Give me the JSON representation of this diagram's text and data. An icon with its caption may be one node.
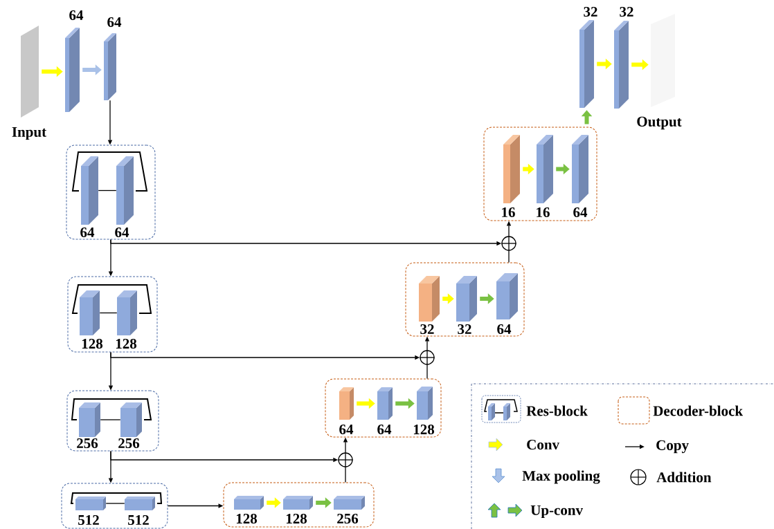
{
  "diagram": {
    "nodes": [
      {
        "text": [
          "Input"
        ]
      },
      {
        "text": [
          "64"
        ]
      },
      {
        "text": [
          "64"
        ]
      },
      {
        "text": [
          "32"
        ]
      },
      {
        "text": [
          "32"
        ]
      },
      {
        "text": [
          "Output"
        ]
      },
      {
        "text": [],
        "shape": "box"
      },
      {
        "text": [
          "16"
        ],
        "in": 6
      },
      {
        "text": [
          "16"
        ],
        "in": 6
      },
      {
        "text": [
          "64"
        ],
        "in": 6
      },
      {
        "text": [],
        "shape": "box"
      },
      {
        "text": [
          "64"
        ],
        "in": 10
      },
      {
        "text": [
          "64"
        ],
        "in": 10
      },
      {
        "text": [],
        "shape": "circle"
      },
      {
        "text": [],
        "shape": "box"
      },
      {
        "text": [
          "32"
        ],
        "in": 14
      },
      {
        "text": [
          "32"
        ],
        "in": 14
      },
      {
        "text": [
          "64"
        ],
        "in": 14
      },
      {
        "text": [],
        "shape": "box"
      },
      {
        "text": [
          "128"
        ],
        "in": 18
      },
      {
        "text": [
          "128"
        ],
        "in": 18
      },
      {
        "text": [],
        "shape": "circle"
      },
      {
        "text": [],
        "shape": "box"
      },
      {
        "text": [
          "64"
        ],
        "in": 22
      },
      {
        "text": [
          "64"
        ],
        "in": 22
      },
      {
        "text": [
          "128"
        ],
        "in": 22
      },
      {
        "text": [],
        "shape": "box"
      },
      {
        "text": [
          "256"
        ],
        "in": 26
      },
      {
        "text": [
          "256"
        ],
        "in": 26
      },
      {
        "text": [],
        "shape": "circle"
      },
      {
        "text": [],
        "shape": "box"
      },
      {
        "text": [
          "512"
        ],
        "in": 30
      },
      {
        "text": [
          "512"
        ],
        "in": 30
      },
      {
        "text": [],
        "shape": "box"
      },
      {
        "text": [
          "128"
        ],
        "in": 33
      },
      {
        "text": [
          "128"
        ],
        "in": 33
      },
      {
        "text": [
          "256"
        ],
        "in": 33
      }
    ],
    "edges": [
      {
        "from": 0,
        "to": 1,
        "arrow": "to",
        "style": "thick",
        "color": "#ffff00"
      },
      {
        "from": 1,
        "to": 2,
        "arrow": "to",
        "style": "thick",
        "color": "#a9c1e8"
      },
      {
        "from": 2,
        "to": 10,
        "arrow": "to"
      },
      {
        "from": 3,
        "to": 4,
        "arrow": "to",
        "style": "thick",
        "color": "#ffff00"
      },
      {
        "from": 4,
        "to": 5,
        "arrow": "to",
        "style": "thick",
        "color": "#ffff00"
      },
      {
        "from": 6,
        "to": 3,
        "arrow": "to",
        "style": "thick",
        "color": "#7ac143"
      },
      {
        "from": 7,
        "to": 8,
        "arrow": "to",
        "style": "thick",
        "color": "#ffff00"
      },
      {
        "from": 8,
        "to": 9,
        "arrow": "to",
        "style": "thick",
        "color": "#7ac143"
      },
      {
        "from": 11,
        "to": 12,
        "arrow": "none"
      },
      {
        "from": 10,
        "to": 18,
        "arrow": "to"
      },
      {
        "from": 10,
        "to": 13,
        "arrow": "to"
      },
      {
        "from": 13,
        "to": 6,
        "arrow": "to"
      },
      {
        "from": 14,
        "to": 13,
        "arrow": "none"
      },
      {
        "from": 15,
        "to": 16,
        "arrow": "to",
        "style": "thick",
        "color": "#ffff00"
      },
      {
        "from": 16,
        "to": 17,
        "arrow": "to",
        "style": "thick",
        "color": "#7ac143"
      },
      {
        "from": 19,
        "to": 20,
        "arrow": "none"
      },
      {
        "from": 18,
        "to": 26,
        "arrow": "to"
      },
      {
        "from": 18,
        "to": 21,
        "arrow": "to"
      },
      {
        "from": 21,
        "to": 14,
        "arrow": "to"
      },
      {
        "from": 22,
        "to": 21,
        "arrow": "none"
      },
      {
        "from": 23,
        "to": 24,
        "arrow": "to",
        "style": "thick",
        "color": "#ffff00"
      },
      {
        "from": 24,
        "to": 25,
        "arrow": "to",
        "style": "thick",
        "color": "#7ac143"
      },
      {
        "from": 27,
        "to": 28,
        "arrow": "none"
      },
      {
        "from": 26,
        "to": 30,
        "arrow": "to"
      },
      {
        "from": 26,
        "to": 29,
        "arrow": "to"
      },
      {
        "from": 29,
        "to": 22,
        "arrow": "to"
      },
      {
        "from": 33,
        "to": 29,
        "arrow": "none"
      },
      {
        "from": 30,
        "to": 33,
        "arrow": "to"
      },
      {
        "from": 31,
        "to": 32,
        "arrow": "none"
      },
      {
        "from": 34,
        "to": 35,
        "arrow": "to",
        "style": "thick",
        "color": "#ffff00"
      },
      {
        "from": 35,
        "to": 36,
        "arrow": "to",
        "style": "thick",
        "color": "#7ac143"
      }
    ],
    "legend": [
      {
        "text": "Res-block"
      },
      {
        "text": "Decoder-block"
      },
      {
        "text": "Conv"
      },
      {
        "text": "Copy"
      },
      {
        "text": "Max pooling"
      },
      {
        "text": "Addition"
      },
      {
        "text": "Up-conv"
      }
    ]
  }
}
